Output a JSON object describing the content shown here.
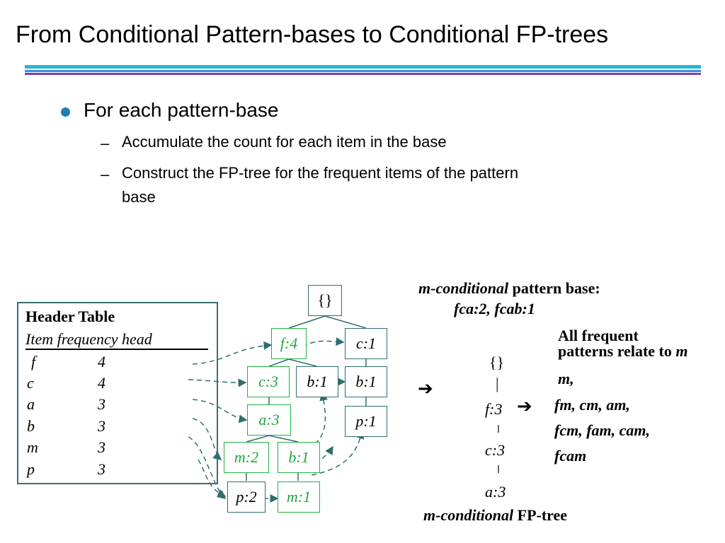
{
  "title": "From Conditional Pattern-bases to Conditional FP-trees",
  "bullets": {
    "main": "For each pattern-base",
    "sub1": "Accumulate the count for each item in the base",
    "sub2_line1": "Construct the FP-tree for the frequent items of the pattern",
    "sub2_line2": "base",
    "dash": "–"
  },
  "header_table": {
    "heading": "Header Table",
    "columns": "Item  frequency  head",
    "rows": [
      {
        "item": "f",
        "frequency": "4"
      },
      {
        "item": "c",
        "frequency": "4"
      },
      {
        "item": "a",
        "frequency": "3"
      },
      {
        "item": "b",
        "frequency": "3"
      },
      {
        "item": "m",
        "frequency": "3"
      },
      {
        "item": "p",
        "frequency": "3"
      }
    ]
  },
  "fp_tree": {
    "root": "{}",
    "nodes": {
      "f4": "f:4",
      "c1": "c:1",
      "c3": "c:3",
      "b1_mid": "b:1",
      "b1_right": "b:1",
      "a3": "a:3",
      "p1": "p:1",
      "m2": "m:2",
      "b1_low": "b:1",
      "p2": "p:2",
      "m1": "m:1"
    }
  },
  "pattern_base": {
    "label_italic": "m-conditional",
    "label_rest": " pattern base:",
    "value": "fca:2, fcab:1"
  },
  "conditional_tree": {
    "root": "{}",
    "bar": "|",
    "nodes": [
      "f:3",
      "c:3",
      "a:3"
    ],
    "label_italic": "m-conditional",
    "label_rest": " FP-tree"
  },
  "arrows": {
    "glyph": "➔"
  },
  "frequent_patterns": {
    "heading_line1": "All frequent",
    "heading_line2": "patterns relate to ",
    "heading_item": "m",
    "lines": [
      "m,",
      "fm, cm, am,",
      "fcm, fam, cam,",
      "fcam"
    ]
  },
  "colors": {
    "green": "#1ea83a",
    "teal_border": "#2f6e6e",
    "rule_cyan": "#27b6d6",
    "rule_purple": "#7a3fc4",
    "bullet": "#1f7fae"
  }
}
